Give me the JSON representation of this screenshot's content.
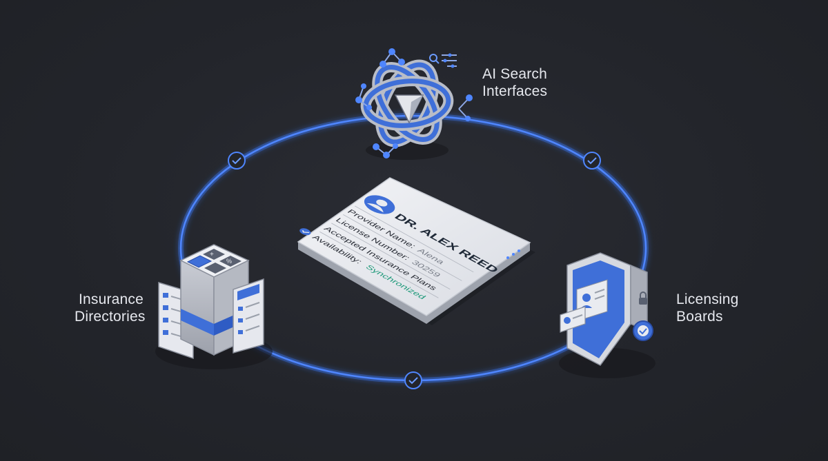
{
  "nodes": {
    "ai_search": {
      "line1": "AI Search",
      "line2": "Interfaces",
      "icon": "ai-knot-icon"
    },
    "insurance": {
      "line1": "Insurance",
      "line2": "Directories",
      "icon": "directory-cube-icon"
    },
    "licensing": {
      "line1": "Licensing",
      "line2": "Boards",
      "icon": "license-shield-icon"
    }
  },
  "profile_card": {
    "name": "DR. ALEX REED",
    "provider_name_label": "Provider Name:",
    "provider_name_value": "Alena",
    "license_label": "License Number:",
    "license_value": "30259",
    "insurance_label": "Accepted Insurance Plans",
    "availability_label": "Availability:",
    "availability_value": "Synchronized"
  },
  "colors": {
    "background": "#23252b",
    "accent_blue": "#3f6fd8",
    "ring_glow": "#4d86ff",
    "card_surface": "#e9ebf0",
    "status_green": "#1f9a7a",
    "text_light": "#e6e8ee"
  }
}
